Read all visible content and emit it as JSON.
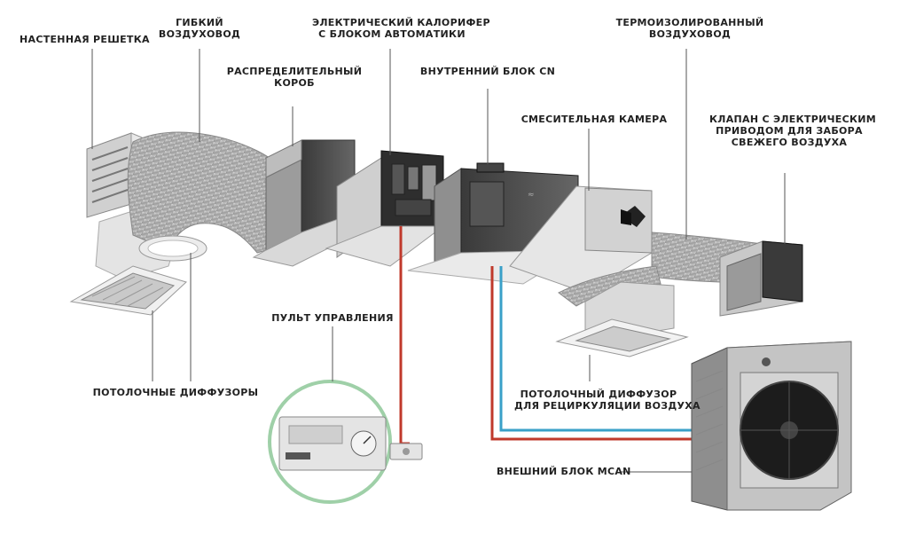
{
  "labels": {
    "wall_grille": [
      "НАСТЕННАЯ РЕШЕТКА"
    ],
    "flex_duct": [
      "ГИБКИЙ",
      "ВОЗДУХОВОД"
    ],
    "distribution_box": [
      "РАСПРЕДЕЛИТЕЛЬНЫЙ",
      "КОРОБ"
    ],
    "electric_heater": [
      "ЭЛЕКТРИЧЕСКИЙ КАЛОРИФЕР",
      "С БЛОКОМ АВТОМАТИКИ"
    ],
    "indoor_unit": [
      "ВНУТРЕННИЙ БЛОК CN"
    ],
    "insulated_duct": [
      "ТЕРМОИЗОЛИРОВАННЫЙ",
      "ВОЗДУХОВОД"
    ],
    "mixing_chamber": [
      "СМЕСИТЕЛЬНАЯ КАМЕРА"
    ],
    "damper": [
      "КЛАПАН С ЭЛЕКТРИЧЕСКИМ",
      "ПРИВОДОМ ДЛЯ ЗАБОРА",
      "СВЕЖЕГО ВОЗДУХА"
    ],
    "control_panel": [
      "ПУЛЬТ УПРАВЛЕНИЯ"
    ],
    "ceiling_diffusers": [
      "ПОТОЛОЧНЫЕ ДИФФУЗОРЫ"
    ],
    "recirc_diffuser": [
      "ПОТОЛОЧНЫЙ ДИФФУЗОР",
      "ДЛЯ РЕЦИРКУЛЯЦИИ ВОЗДУХА"
    ],
    "outdoor_unit": [
      "ВНЕШНИЙ БЛОК MCAN"
    ]
  },
  "colors": {
    "leader_line": "#555555",
    "refrigerant_hot": "#c0392b",
    "refrigerant_cold": "#3aa0c8",
    "controller_ring": "#9fd0a8"
  }
}
